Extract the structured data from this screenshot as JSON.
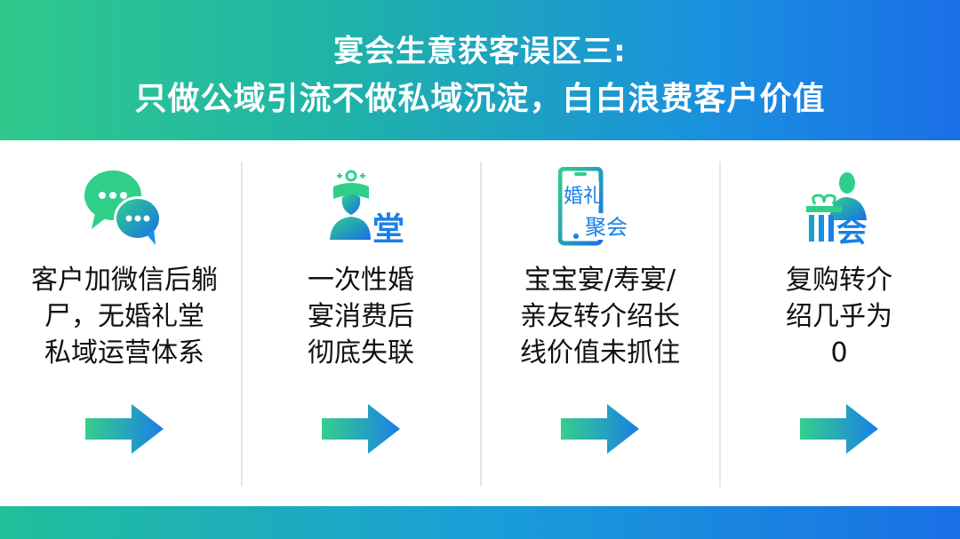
{
  "header": {
    "title_line1": "宴会生意获客误区三:",
    "title_line2": "只做公域引流不做私域沉淀，白白浪费客户价值"
  },
  "columns": [
    {
      "icon": "chat-bubbles-icon",
      "lines": [
        "客户加微信后躺",
        "尸，无婚礼堂",
        "私域运营体系"
      ]
    },
    {
      "icon": "person-hall-icon",
      "icon_text": "堂",
      "lines": [
        "一次性婚",
        "宴消费后",
        "彻底失联"
      ]
    },
    {
      "icon": "phone-wedding-icon",
      "icon_text_1": "婚礼",
      "icon_text_2": "聚会",
      "lines": [
        "宝宝宴/寿宴/",
        "亲友转介绍长",
        "线价值未抓住"
      ]
    },
    {
      "icon": "person-gift-icon",
      "icon_text": "会",
      "lines": [
        "复购转介",
        "绍几乎为",
        "0"
      ]
    }
  ],
  "colors": {
    "green": "#2fc98c",
    "blue": "#1a6fe6"
  }
}
